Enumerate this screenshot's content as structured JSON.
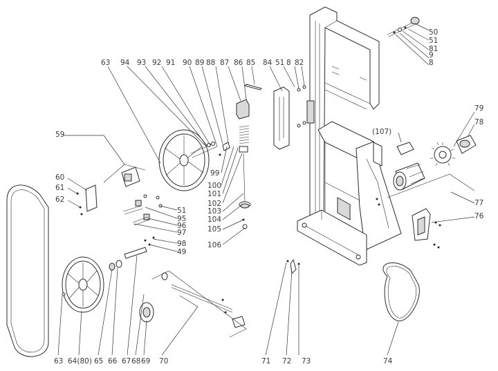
{
  "diagram": {
    "labels": [
      {
        "id": "l50",
        "text": "50"
      },
      {
        "id": "l51a",
        "text": "51"
      },
      {
        "id": "l81",
        "text": "81"
      },
      {
        "id": "l9",
        "text": "9"
      },
      {
        "id": "l8a",
        "text": "8"
      },
      {
        "id": "l63a",
        "text": "63"
      },
      {
        "id": "l94",
        "text": "94"
      },
      {
        "id": "l93",
        "text": "93"
      },
      {
        "id": "l92",
        "text": "92"
      },
      {
        "id": "l91",
        "text": "91"
      },
      {
        "id": "l90",
        "text": "90"
      },
      {
        "id": "l89",
        "text": "89"
      },
      {
        "id": "l88",
        "text": "88"
      },
      {
        "id": "l87",
        "text": "87"
      },
      {
        "id": "l86",
        "text": "86"
      },
      {
        "id": "l85",
        "text": "85"
      },
      {
        "id": "l84",
        "text": "84"
      },
      {
        "id": "l51b",
        "text": "51"
      },
      {
        "id": "l8b",
        "text": "8"
      },
      {
        "id": "l82",
        "text": "82"
      },
      {
        "id": "l79",
        "text": "79"
      },
      {
        "id": "l78",
        "text": "78"
      },
      {
        "id": "l107",
        "text": "(107)"
      },
      {
        "id": "l77",
        "text": "77"
      },
      {
        "id": "l76",
        "text": "76"
      },
      {
        "id": "l59",
        "text": "59"
      },
      {
        "id": "l60",
        "text": "60"
      },
      {
        "id": "l61",
        "text": "61"
      },
      {
        "id": "l62",
        "text": "62"
      },
      {
        "id": "l99",
        "text": "99"
      },
      {
        "id": "l100",
        "text": "100"
      },
      {
        "id": "l101",
        "text": "101"
      },
      {
        "id": "l102",
        "text": "102"
      },
      {
        "id": "l103",
        "text": "103"
      },
      {
        "id": "l104",
        "text": "104"
      },
      {
        "id": "l105",
        "text": "105"
      },
      {
        "id": "l106",
        "text": "106"
      },
      {
        "id": "l51c",
        "text": "51"
      },
      {
        "id": "l95",
        "text": "95"
      },
      {
        "id": "l96",
        "text": "96"
      },
      {
        "id": "l97",
        "text": "97"
      },
      {
        "id": "l98",
        "text": "98"
      },
      {
        "id": "l49",
        "text": "49"
      },
      {
        "id": "l63b",
        "text": "63"
      },
      {
        "id": "l64",
        "text": "64(80)"
      },
      {
        "id": "l65",
        "text": "65"
      },
      {
        "id": "l66",
        "text": "66"
      },
      {
        "id": "l67",
        "text": "67"
      },
      {
        "id": "l68",
        "text": "68"
      },
      {
        "id": "l69",
        "text": "69"
      },
      {
        "id": "l70",
        "text": "70"
      },
      {
        "id": "l71",
        "text": "71"
      },
      {
        "id": "l72",
        "text": "72"
      },
      {
        "id": "l73",
        "text": "73"
      },
      {
        "id": "l74",
        "text": "74"
      }
    ]
  },
  "colors": {
    "line": "#2b2b2b",
    "label": "#3a3a3a",
    "shade": "#d9d9d9",
    "background": "#ffffff"
  }
}
